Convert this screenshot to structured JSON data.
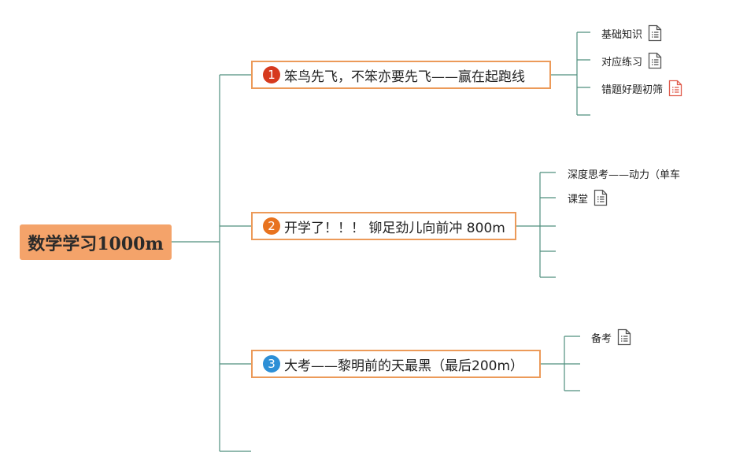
{
  "root": {
    "label": "数学学习1000m"
  },
  "branches": [
    {
      "badge": "1",
      "badge_color": "#d63a1e",
      "label": "笨鸟先飞，不笨亦要先飞——赢在起跑线",
      "leaves": [
        {
          "label": "基础知识",
          "icon": "document-icon",
          "icon_color": "#555555"
        },
        {
          "label": "对应练习",
          "icon": "document-icon",
          "icon_color": "#555555"
        },
        {
          "label": "错题好题初筛",
          "icon": "document-icon",
          "icon_color": "#e05a4a"
        }
      ]
    },
    {
      "badge": "2",
      "badge_color": "#e8731f",
      "label": "开学了！！！ 铆足劲儿向前冲 800m",
      "leaves": [
        {
          "label": "深度思考——动力（单车",
          "icon": "",
          "icon_color": ""
        },
        {
          "label": "课堂",
          "icon": "document-icon",
          "icon_color": "#555555"
        }
      ]
    },
    {
      "badge": "3",
      "badge_color": "#2d8fd6",
      "label": "大考——黎明前的天最黑（最后200m）",
      "leaves": [
        {
          "label": "备考",
          "icon": "document-icon",
          "icon_color": "#555555"
        }
      ]
    }
  ],
  "colors": {
    "connector": "#4f8f7e",
    "node_border": "#ec9a59",
    "root_fill": "#f4a36a"
  }
}
